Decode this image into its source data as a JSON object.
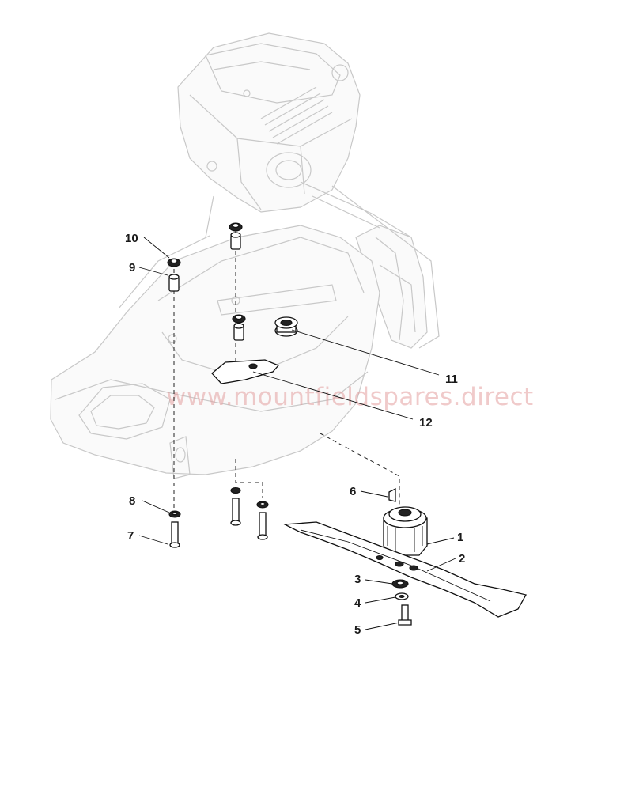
{
  "watermark": "www.mountfieldspares.direct",
  "callouts": {
    "c1": "1",
    "c2": "2",
    "c3": "3",
    "c4": "4",
    "c5": "5",
    "c6": "6",
    "c7": "7",
    "c8": "8",
    "c9": "9",
    "c10": "10",
    "c11": "11",
    "c12": "12"
  }
}
